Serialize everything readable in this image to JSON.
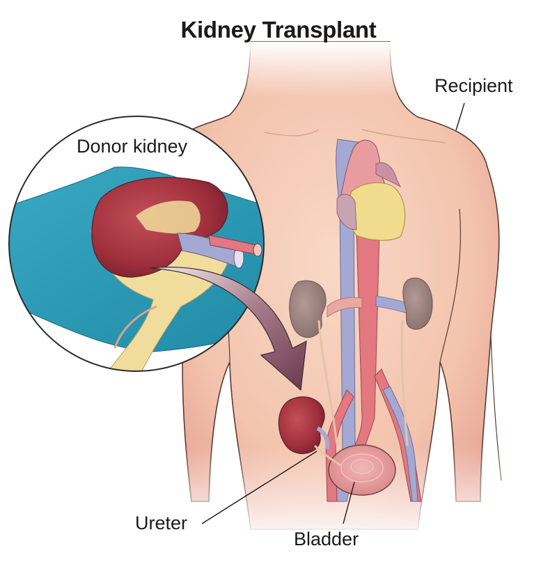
{
  "title": "Kidney Transplant",
  "labels": {
    "recipient": "Recipient",
    "donor_kidney": "Donor kidney",
    "ureter": "Ureter",
    "bladder": "Bladder"
  },
  "colors": {
    "skin": "#f6cdb8",
    "skin_shadow": "#eaa995",
    "outline": "#5a3a30",
    "kidney": "#a8323e",
    "native_kidney": "#9a7f7c",
    "vein": "#9fa6cf",
    "artery": "#e0707a",
    "drape": "#2f9fb8",
    "fat": "#f1dd9b",
    "bladder": "#e59a9c",
    "arrow": "#7a4a5c",
    "heart_fat": "#f0dc8c"
  }
}
